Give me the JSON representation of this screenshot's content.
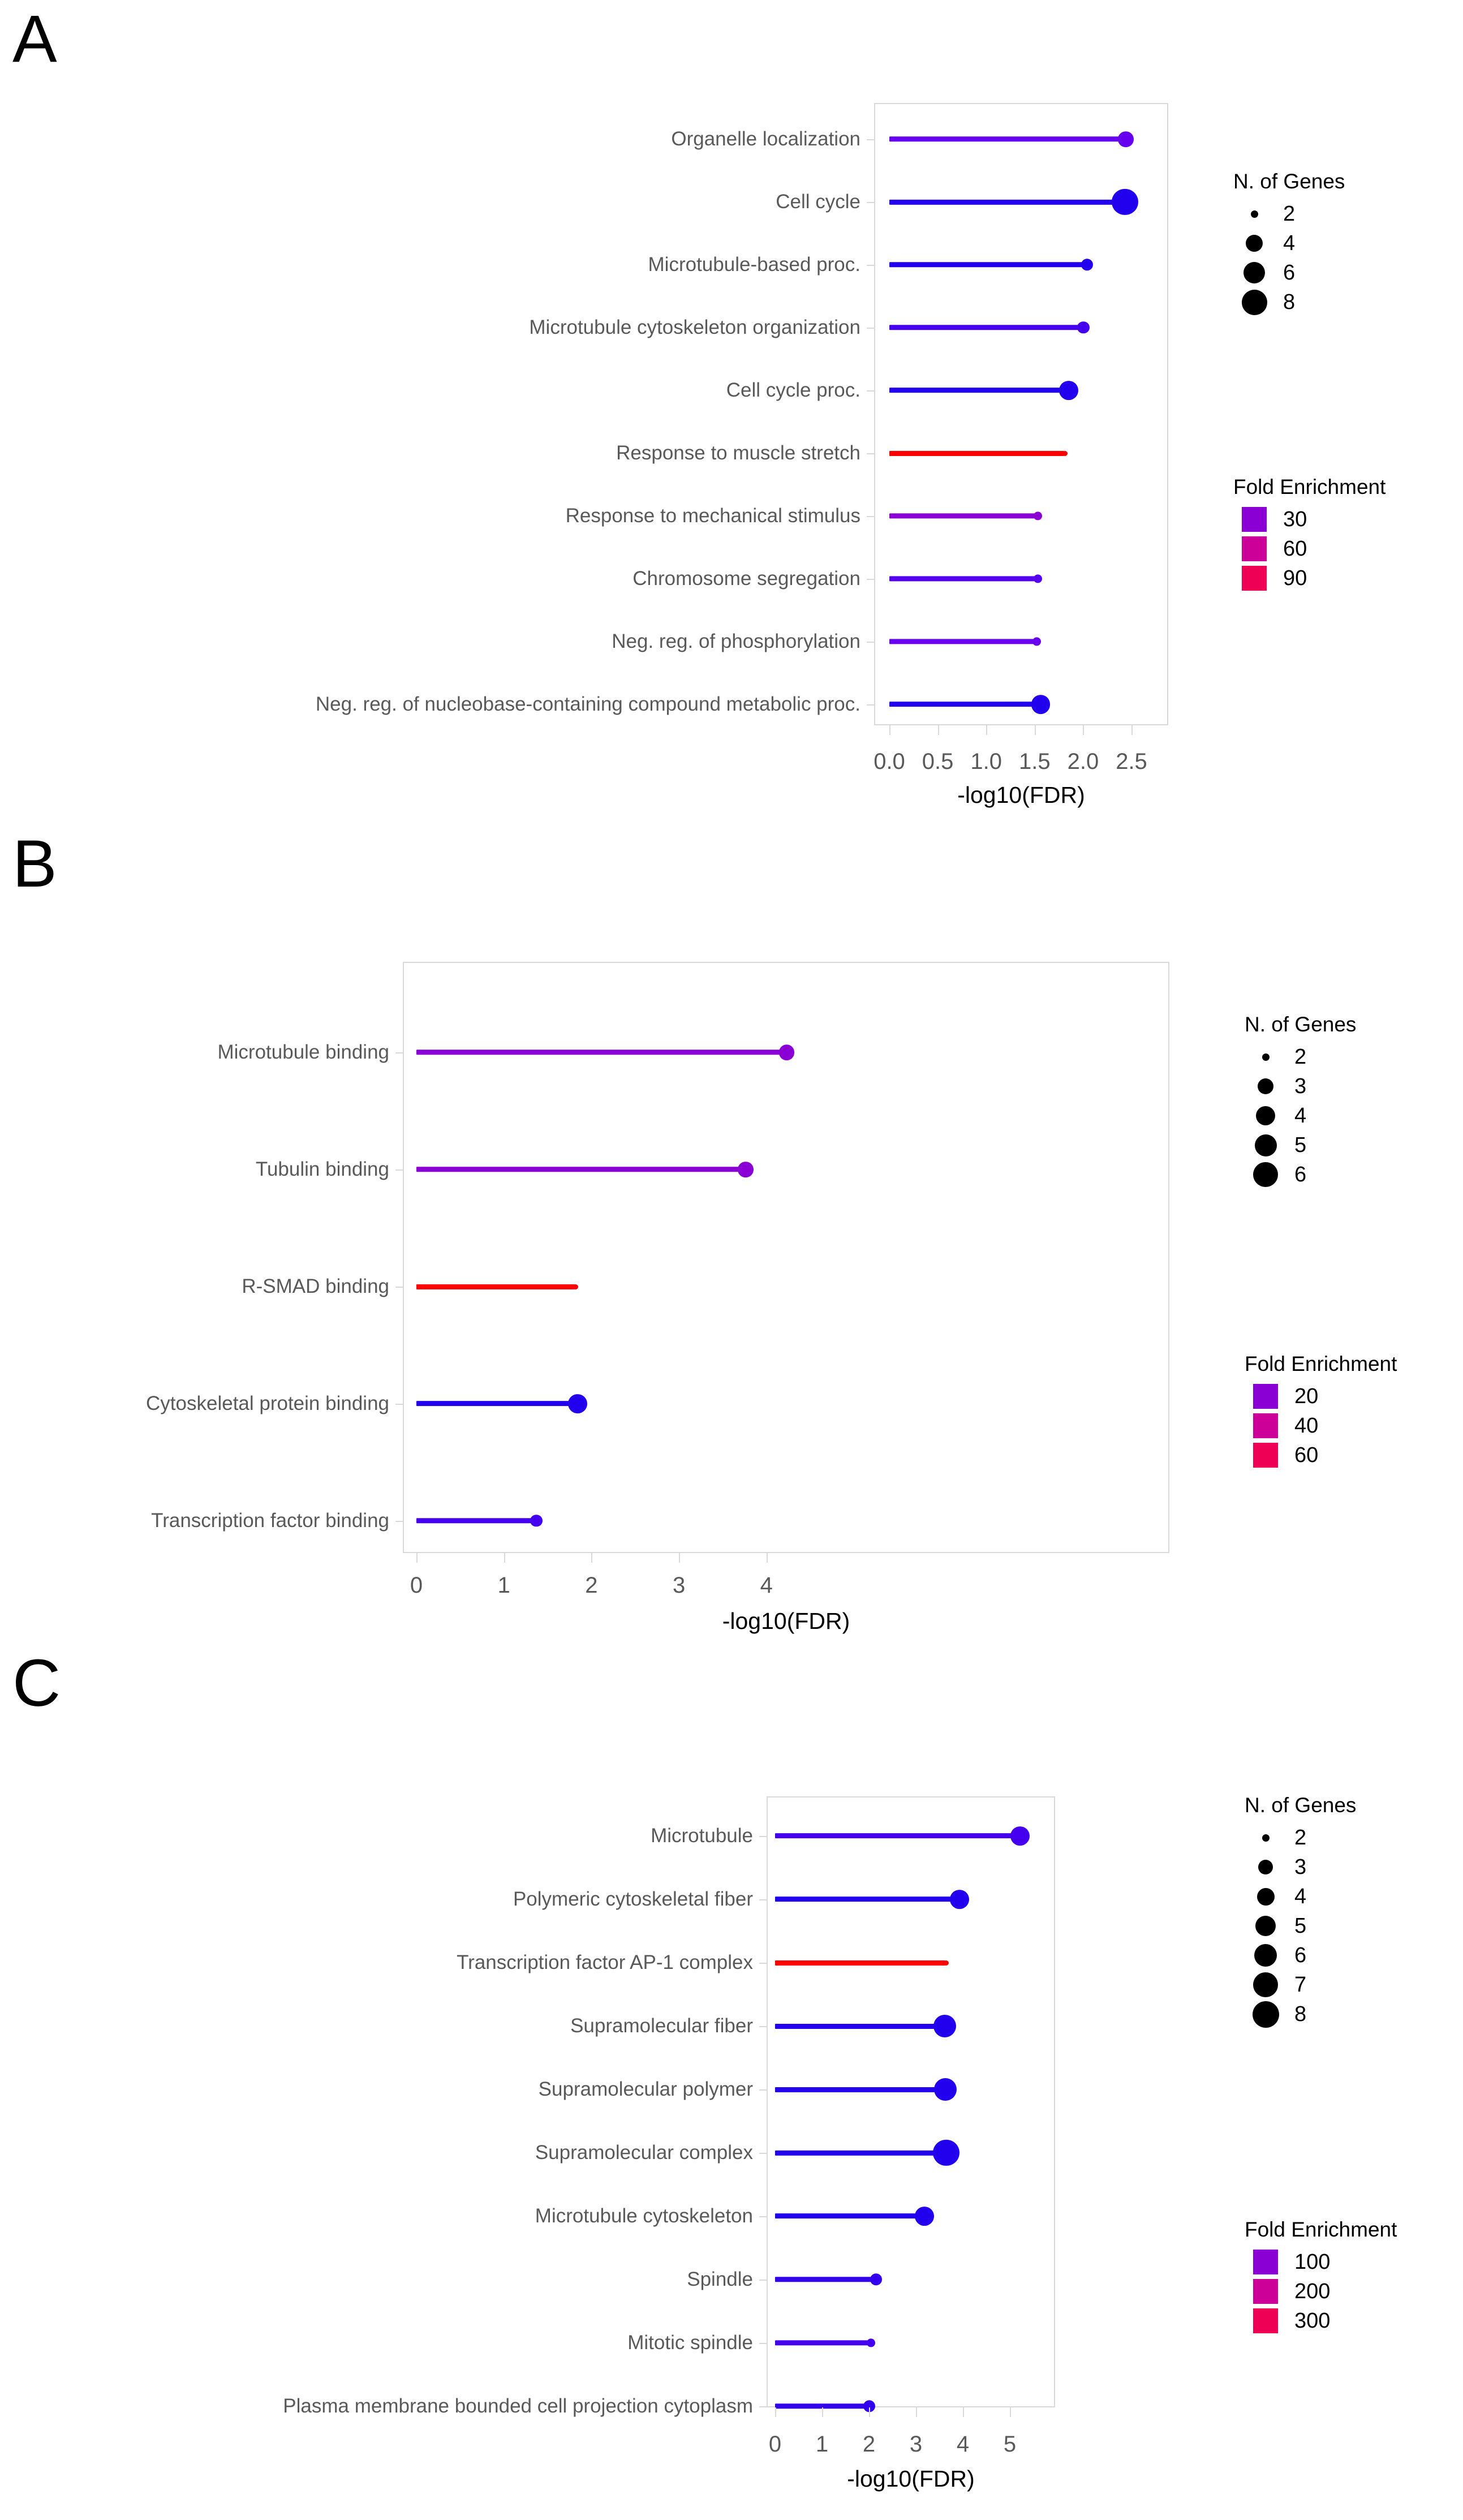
{
  "figure": {
    "axis_title": "-log10(FDR)",
    "genes_legend_title": "N. of Genes",
    "fold_legend_title": "Fold Enrichment",
    "colors": {
      "blue": "#2200EE",
      "violet": "#6600EE",
      "purple": "#8A00D4",
      "magenta": "#CC0099",
      "crimson": "#EE0055",
      "red": "#FF0000",
      "label_gray": "#595959",
      "frame_gray": "#D9D9D9"
    }
  },
  "panels": [
    {
      "letter": "A",
      "chart_data": {
        "type": "bar",
        "title": "",
        "xlabel": "-log10(FDR)",
        "ylabel": "",
        "xlim": [
          0,
          2.6
        ],
        "xticks": [
          0.0,
          0.5,
          1.0,
          1.5,
          2.0,
          2.5
        ],
        "xticklabels": [
          "0.0",
          "0.5",
          "1.0",
          "1.5",
          "2.0",
          "2.5"
        ],
        "grid": false,
        "legend_position": "right",
        "categories": [
          "Organelle localization",
          "Cell cycle",
          "Microtubule-based proc.",
          "Microtubule cytoskeleton organization",
          "Cell cycle proc.",
          "Response to muscle stretch",
          "Response to mechanical stimulus",
          "Chromosome segregation",
          "Neg. reg. of phosphorylation",
          "Neg. reg. of nucleobase-containing compound metabolic proc."
        ],
        "values": [
          2.46,
          2.45,
          2.06,
          2.02,
          1.87,
          1.83,
          1.55,
          1.55,
          1.54,
          1.58
        ],
        "n_genes": [
          5,
          8,
          4,
          4,
          6,
          2,
          3,
          3,
          3,
          6
        ],
        "fold_enrichment": [
          18,
          12,
          22,
          23,
          13,
          95,
          36,
          26,
          21,
          11
        ],
        "point_colors": [
          "#6600EE",
          "#2200EE",
          "#2200EE",
          "#4400EE",
          "#2200EE",
          "#FF0000",
          "#8A00D4",
          "#5500EE",
          "#6600EE",
          "#2200EE"
        ]
      },
      "genes_legend": {
        "title": "N. of Genes",
        "values": [
          "2",
          "4",
          "6",
          "8"
        ],
        "sizes": [
          13,
          30,
          38,
          45
        ]
      },
      "fold_legend": {
        "title": "Fold Enrichment",
        "values": [
          "30",
          "60",
          "90"
        ],
        "colors": [
          "#8A00D4",
          "#CC0099",
          "#EE0055"
        ]
      }
    },
    {
      "letter": "B",
      "chart_data": {
        "type": "bar",
        "title": "",
        "xlabel": "-log10(FDR)",
        "ylabel": "",
        "xlim": [
          0,
          4.6
        ],
        "xticks": [
          0,
          1,
          2,
          3,
          4
        ],
        "xticklabels": [
          "0",
          "1",
          "2",
          "3",
          "4"
        ],
        "grid": false,
        "legend_position": "right",
        "categories": [
          "Microtubule binding",
          "Tubulin binding",
          "R-SMAD binding",
          "Cytoskeletal protein binding",
          "Transcription factor binding"
        ],
        "values": [
          4.25,
          3.78,
          1.84,
          1.86,
          1.39
        ],
        "n_genes": [
          5,
          5,
          2,
          6,
          4
        ],
        "fold_enrichment": [
          24,
          22,
          62,
          11,
          13
        ],
        "point_colors": [
          "#8A00D4",
          "#8A00D4",
          "#FF0000",
          "#2200EE",
          "#4400EE"
        ]
      },
      "genes_legend": {
        "title": "N. of Genes",
        "values": [
          "2",
          "3",
          "4",
          "5",
          "6"
        ],
        "sizes": [
          13,
          28,
          34,
          39,
          44
        ]
      },
      "fold_legend": {
        "title": "Fold Enrichment",
        "values": [
          "20",
          "40",
          "60"
        ],
        "colors": [
          "#8A00D4",
          "#CC0099",
          "#EE0055"
        ]
      }
    },
    {
      "letter": "C",
      "chart_data": {
        "type": "bar",
        "title": "",
        "xlabel": "-log10(FDR)",
        "ylabel": "",
        "xlim": [
          0,
          5.6
        ],
        "xticks": [
          0,
          1,
          2,
          3,
          4,
          5
        ],
        "xticklabels": [
          "0",
          "1",
          "2",
          "3",
          "4",
          "5"
        ],
        "grid": false,
        "legend_position": "right",
        "categories": [
          "Microtubule",
          "Polymeric cytoskeletal fiber",
          "Transcription factor AP-1 complex",
          "Supramolecular fiber",
          "Supramolecular polymer",
          "Supramolecular complex",
          "Microtubule cytoskeleton",
          "Spindle",
          "Mitotic spindle",
          "Plasma membrane bounded cell projection cytoplasm"
        ],
        "values": [
          5.25,
          3.96,
          3.68,
          3.65,
          3.66,
          3.68,
          3.22,
          2.19,
          2.08,
          2.04
        ],
        "n_genes": [
          6,
          6,
          2,
          7,
          7,
          8,
          6,
          4,
          3,
          4
        ],
        "fold_enrichment": [
          55,
          48,
          310,
          40,
          40,
          36,
          50,
          72,
          70,
          30
        ],
        "point_colors": [
          "#4400EE",
          "#2200EE",
          "#FF0000",
          "#2200EE",
          "#2200EE",
          "#2200EE",
          "#2200EE",
          "#3300EE",
          "#4400EE",
          "#3300EE"
        ]
      },
      "genes_legend": {
        "title": "N. of Genes",
        "values": [
          "2",
          "3",
          "4",
          "5",
          "6",
          "7",
          "8"
        ],
        "sizes": [
          13,
          26,
          31,
          36,
          40,
          44,
          47
        ]
      },
      "fold_legend": {
        "title": "Fold Enrichment",
        "values": [
          "100",
          "200",
          "300"
        ],
        "colors": [
          "#8A00D4",
          "#CC0099",
          "#EE0055"
        ]
      }
    }
  ]
}
